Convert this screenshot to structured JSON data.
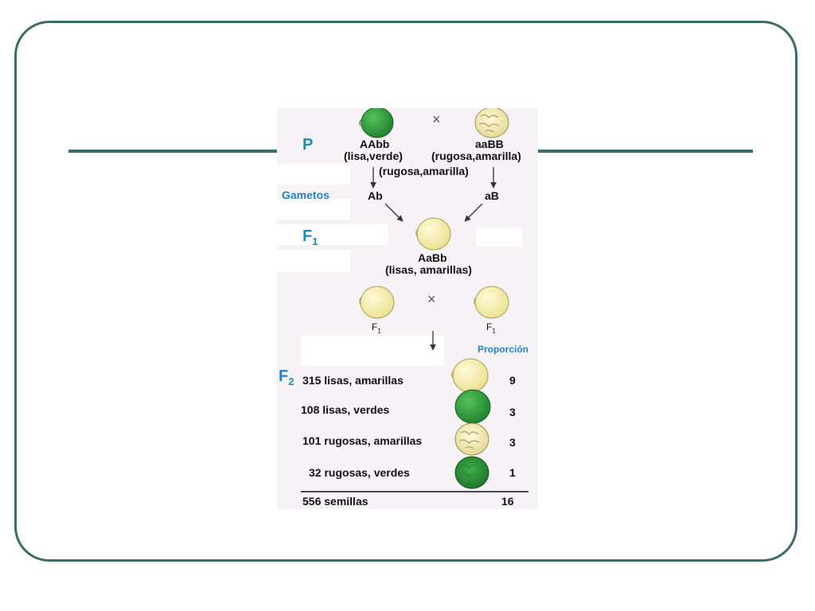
{
  "parents": {
    "label": "P",
    "cross_symbol": "×",
    "left": {
      "genotype": "AAbb",
      "phenotype": "(lisa,verde)",
      "icon": "smooth-green-pea-icon"
    },
    "right": {
      "genotype": "aaBB",
      "phenotype": "(rugosa,amarilla)",
      "icon": "wrinkled-yellow-pea-icon"
    },
    "extra_phenotype": "(rugosa,amarilla)"
  },
  "gametes": {
    "label": "Gametos",
    "left": "Ab",
    "right": "aB"
  },
  "f1": {
    "label": "F",
    "label_sub": "1",
    "genotype": "AaBb",
    "phenotype": "(lisas, amarillas)",
    "cross_symbol": "×",
    "self_left": "F",
    "self_left_sub": "1",
    "self_right": "F",
    "self_right_sub": "1"
  },
  "f2": {
    "label": "F",
    "label_sub": "2",
    "ratio_header": "Proporción",
    "rows": [
      {
        "count_text": "315 lisas, amarillas",
        "ratio": "9",
        "icon": "smooth-yellow-pea-icon"
      },
      {
        "count_text": "108 lisas, verdes",
        "ratio": "3",
        "icon": "smooth-green-pea-icon"
      },
      {
        "count_text": "101 rugosas, amarillas",
        "ratio": "3",
        "icon": "wrinkled-yellow-pea-icon"
      },
      {
        "count_text": "32 rugosas, verdes",
        "ratio": "1",
        "icon": "wrinkled-green-pea-icon"
      }
    ],
    "total_text": "556 semillas",
    "total_ratio": "16"
  },
  "colors": {
    "frame": "#3d6b6a",
    "label_blue": "#1f86c4",
    "pea_green": "#2e9a3a",
    "pea_yellow": "#f7efa4"
  }
}
